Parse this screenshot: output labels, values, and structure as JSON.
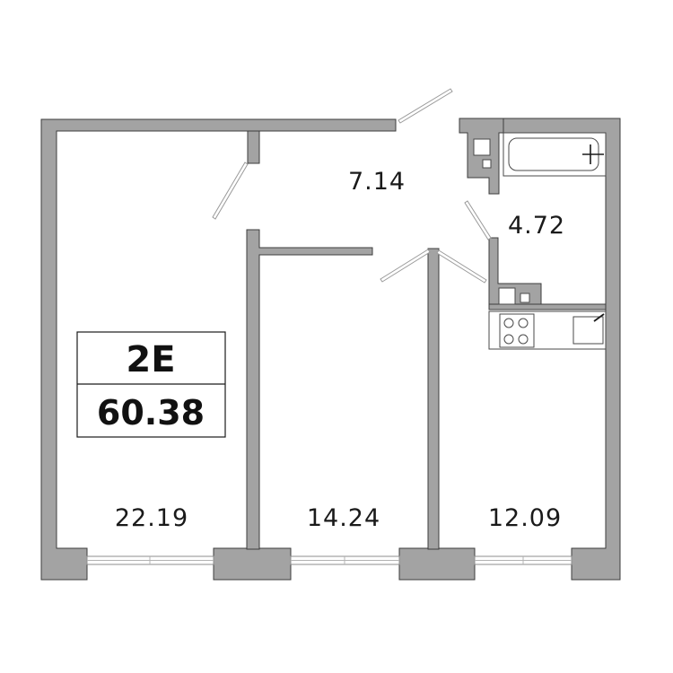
{
  "apartment": {
    "type": "2E",
    "total_area": "60.38"
  },
  "rooms": [
    {
      "id": "living-room",
      "area": "22.19"
    },
    {
      "id": "bedroom",
      "area": "14.24"
    },
    {
      "id": "kitchen",
      "area": "12.09"
    },
    {
      "id": "hallway",
      "area": "7.14"
    },
    {
      "id": "bathroom",
      "area": "4.72"
    }
  ],
  "colors": {
    "wall": "#a3a3a3",
    "wall_outline": "#3d3d3d",
    "text": "#1a1a1a",
    "background": "#ffffff"
  }
}
